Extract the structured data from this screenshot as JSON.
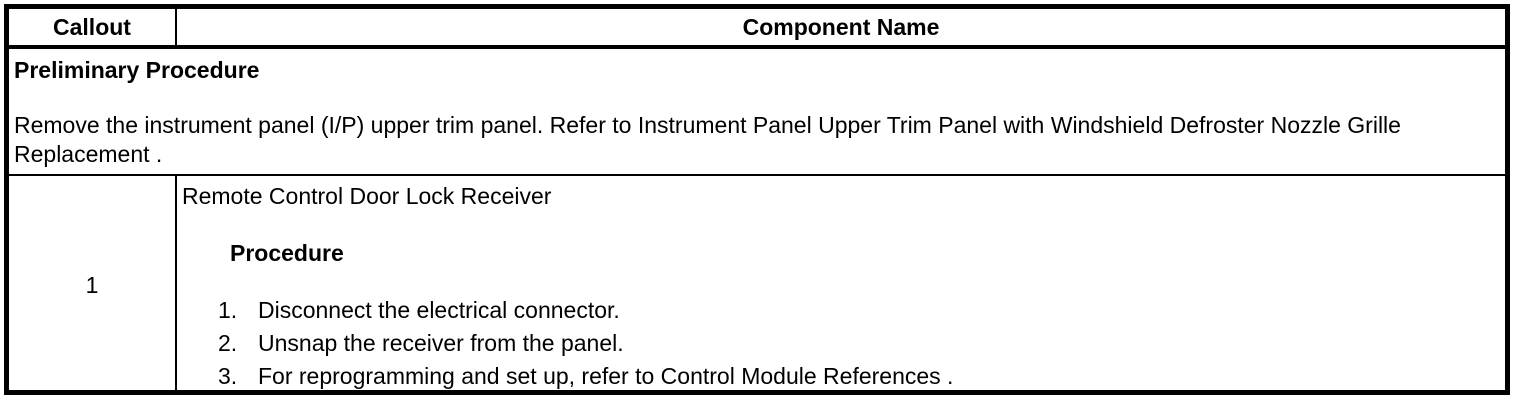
{
  "colors": {
    "border": "#000000",
    "text": "#000000",
    "background": "#ffffff"
  },
  "table": {
    "header": {
      "callout": "Callout",
      "component": "Component Name"
    },
    "preliminary": {
      "title": "Preliminary Procedure",
      "body": "Remove the instrument panel (I/P) upper trim panel. Refer to Instrument Panel Upper Trim Panel with Windshield Defroster Nozzle Grille Replacement ."
    },
    "rows": [
      {
        "callout": "1",
        "component": "Remote Control Door Lock Receiver",
        "procedure_label": "Procedure",
        "steps": [
          {
            "marker": "1.",
            "text": "Disconnect the electrical connector."
          },
          {
            "marker": "2.",
            "text": "Unsnap the receiver from the panel."
          },
          {
            "marker": "3.",
            "text": "For reprogramming and set up, refer to Control Module References ."
          }
        ]
      }
    ]
  }
}
